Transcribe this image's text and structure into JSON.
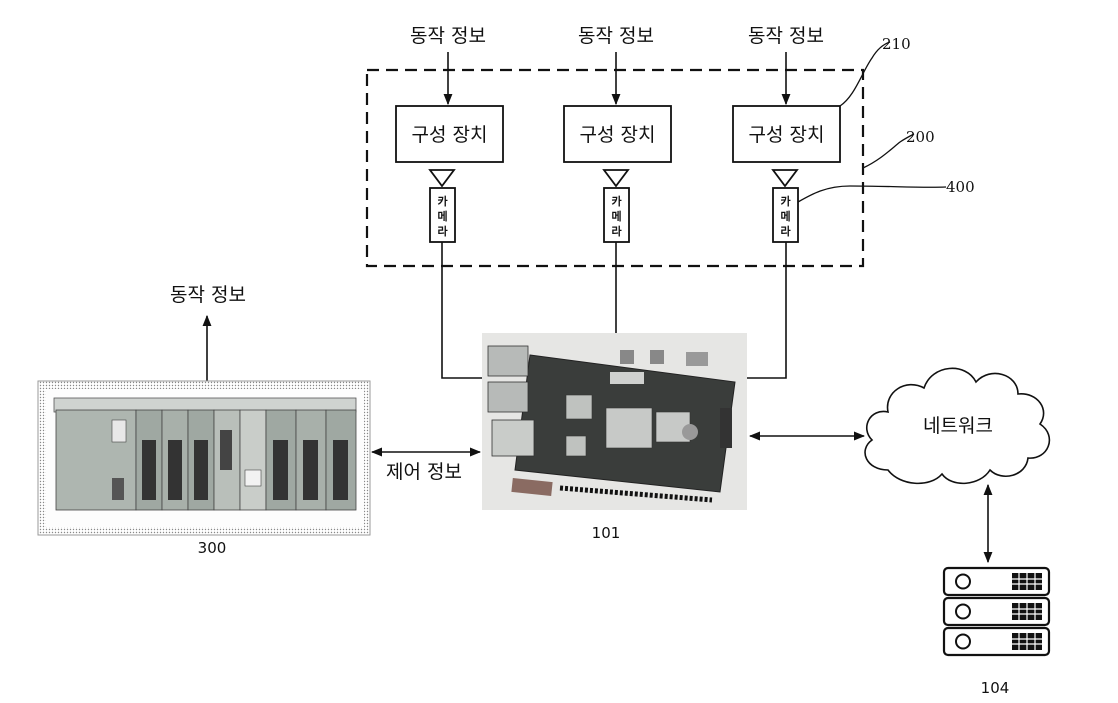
{
  "labels": {
    "action_info": "동작 정보",
    "control_info": "제어 정보",
    "network": "네트워크",
    "device": "구성 장치",
    "camera": [
      "카",
      "메",
      "라"
    ]
  },
  "refs": {
    "r210": "210",
    "r200": "200",
    "r400": "400",
    "r101": "101",
    "r300": "300",
    "r104": "104"
  }
}
